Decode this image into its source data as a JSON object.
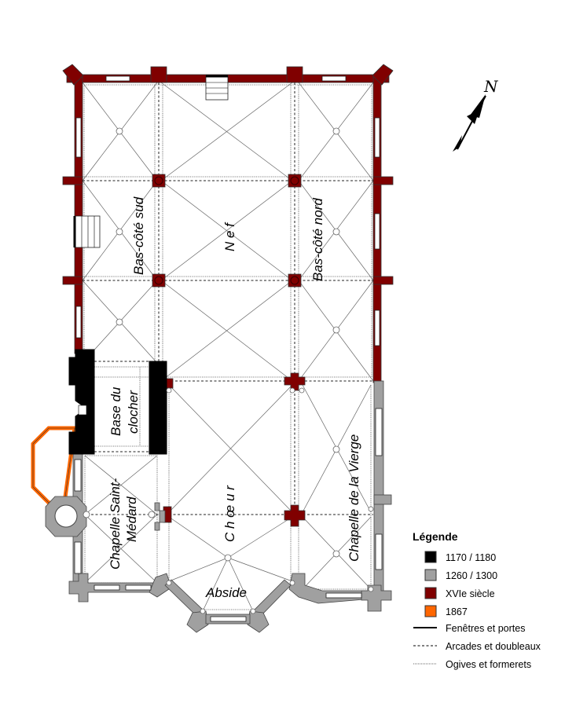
{
  "labels": {
    "bas_cote_sud": "Bas-côté sud",
    "nef": "N e f",
    "bas_cote_nord": "Bas-côté nord",
    "base_clocher_1": "Base du",
    "base_clocher_2": "clocher",
    "chapelle_st_medard_1": "Chapelle Saint-",
    "chapelle_st_medard_2": "Médard",
    "choeur": "C h œ u r",
    "chapelle_vierge": "Chapelle de la Vierge",
    "abside": "Abside"
  },
  "compass": {
    "north": "N"
  },
  "legend": {
    "title": "Légende",
    "items": [
      {
        "label": "1170 / 1180",
        "color": "#000000"
      },
      {
        "label": "1260 / 1300",
        "color": "#a0a0a0"
      },
      {
        "label": "XVIe siècle",
        "color": "#800000"
      },
      {
        "label": "1867",
        "color": "#ff6600"
      }
    ],
    "lines": [
      {
        "label": "Fenêtres et portes",
        "style": "solid"
      },
      {
        "label": "Arcades et doubleaux",
        "style": "dashed"
      },
      {
        "label": "Ogives et formerets",
        "style": "dotted"
      }
    ]
  }
}
